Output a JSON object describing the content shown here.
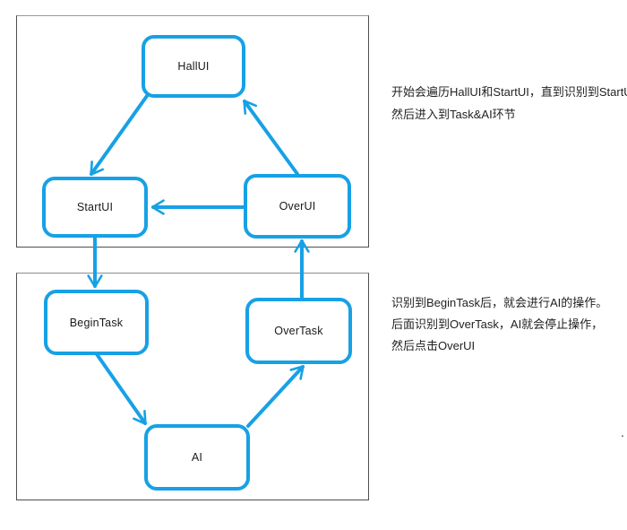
{
  "colors": {
    "accent": "#17a1e5",
    "frame_border": "#4e4e4e",
    "text": "#1f1f1f"
  },
  "nodes": {
    "hallui": "HallUI",
    "startui": "StartUI",
    "overui": "OverUI",
    "begintask": "BeginTask",
    "overtask": "OverTask",
    "ai": "AI"
  },
  "edges": [
    {
      "from": "HallUI",
      "to": "StartUI"
    },
    {
      "from": "OverUI",
      "to": "HallUI"
    },
    {
      "from": "OverUI",
      "to": "StartUI"
    },
    {
      "from": "StartUI",
      "to": "BeginTask"
    },
    {
      "from": "OverTask",
      "to": "OverUI"
    },
    {
      "from": "BeginTask",
      "to": "AI"
    },
    {
      "from": "AI",
      "to": "OverTask"
    }
  ],
  "annotations": {
    "top": [
      "开始会遍历HallUI和StartUI，直到识别到StartUI，",
      "然后进入到Task&AI环节"
    ],
    "bottom": [
      "识别到BeginTask后，就会进行AI的操作。",
      "后面识别到OverTask，AI就会停止操作，",
      "然后点击OverUI"
    ]
  },
  "stray_mark": "."
}
